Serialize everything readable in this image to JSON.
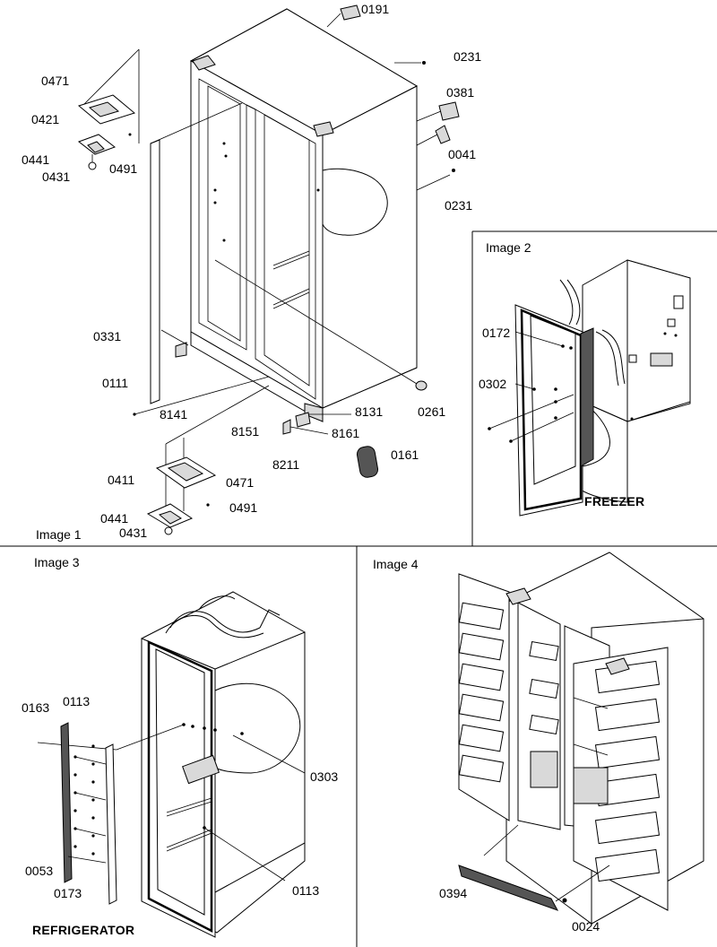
{
  "image1": {
    "title": "Image 1",
    "parts": [
      "0191",
      "0231",
      "0381",
      "0041",
      "0231",
      "0471",
      "0421",
      "0441",
      "0431",
      "0491",
      "0331",
      "0111",
      "8141",
      "0261",
      "8131",
      "8161",
      "8151",
      "8211",
      "0161",
      "0411",
      "0471",
      "0441",
      "0491",
      "0431"
    ]
  },
  "image2": {
    "title": "Image 2",
    "caption": "FREEZER",
    "parts": [
      "0172",
      "0302"
    ]
  },
  "image3": {
    "title": "Image 3",
    "caption": "REFRIGERATOR",
    "parts": [
      "0113",
      "0163",
      "0303",
      "0053",
      "0173",
      "0113"
    ]
  },
  "image4": {
    "title": "Image 4",
    "parts": [
      "0394",
      "0024"
    ]
  }
}
